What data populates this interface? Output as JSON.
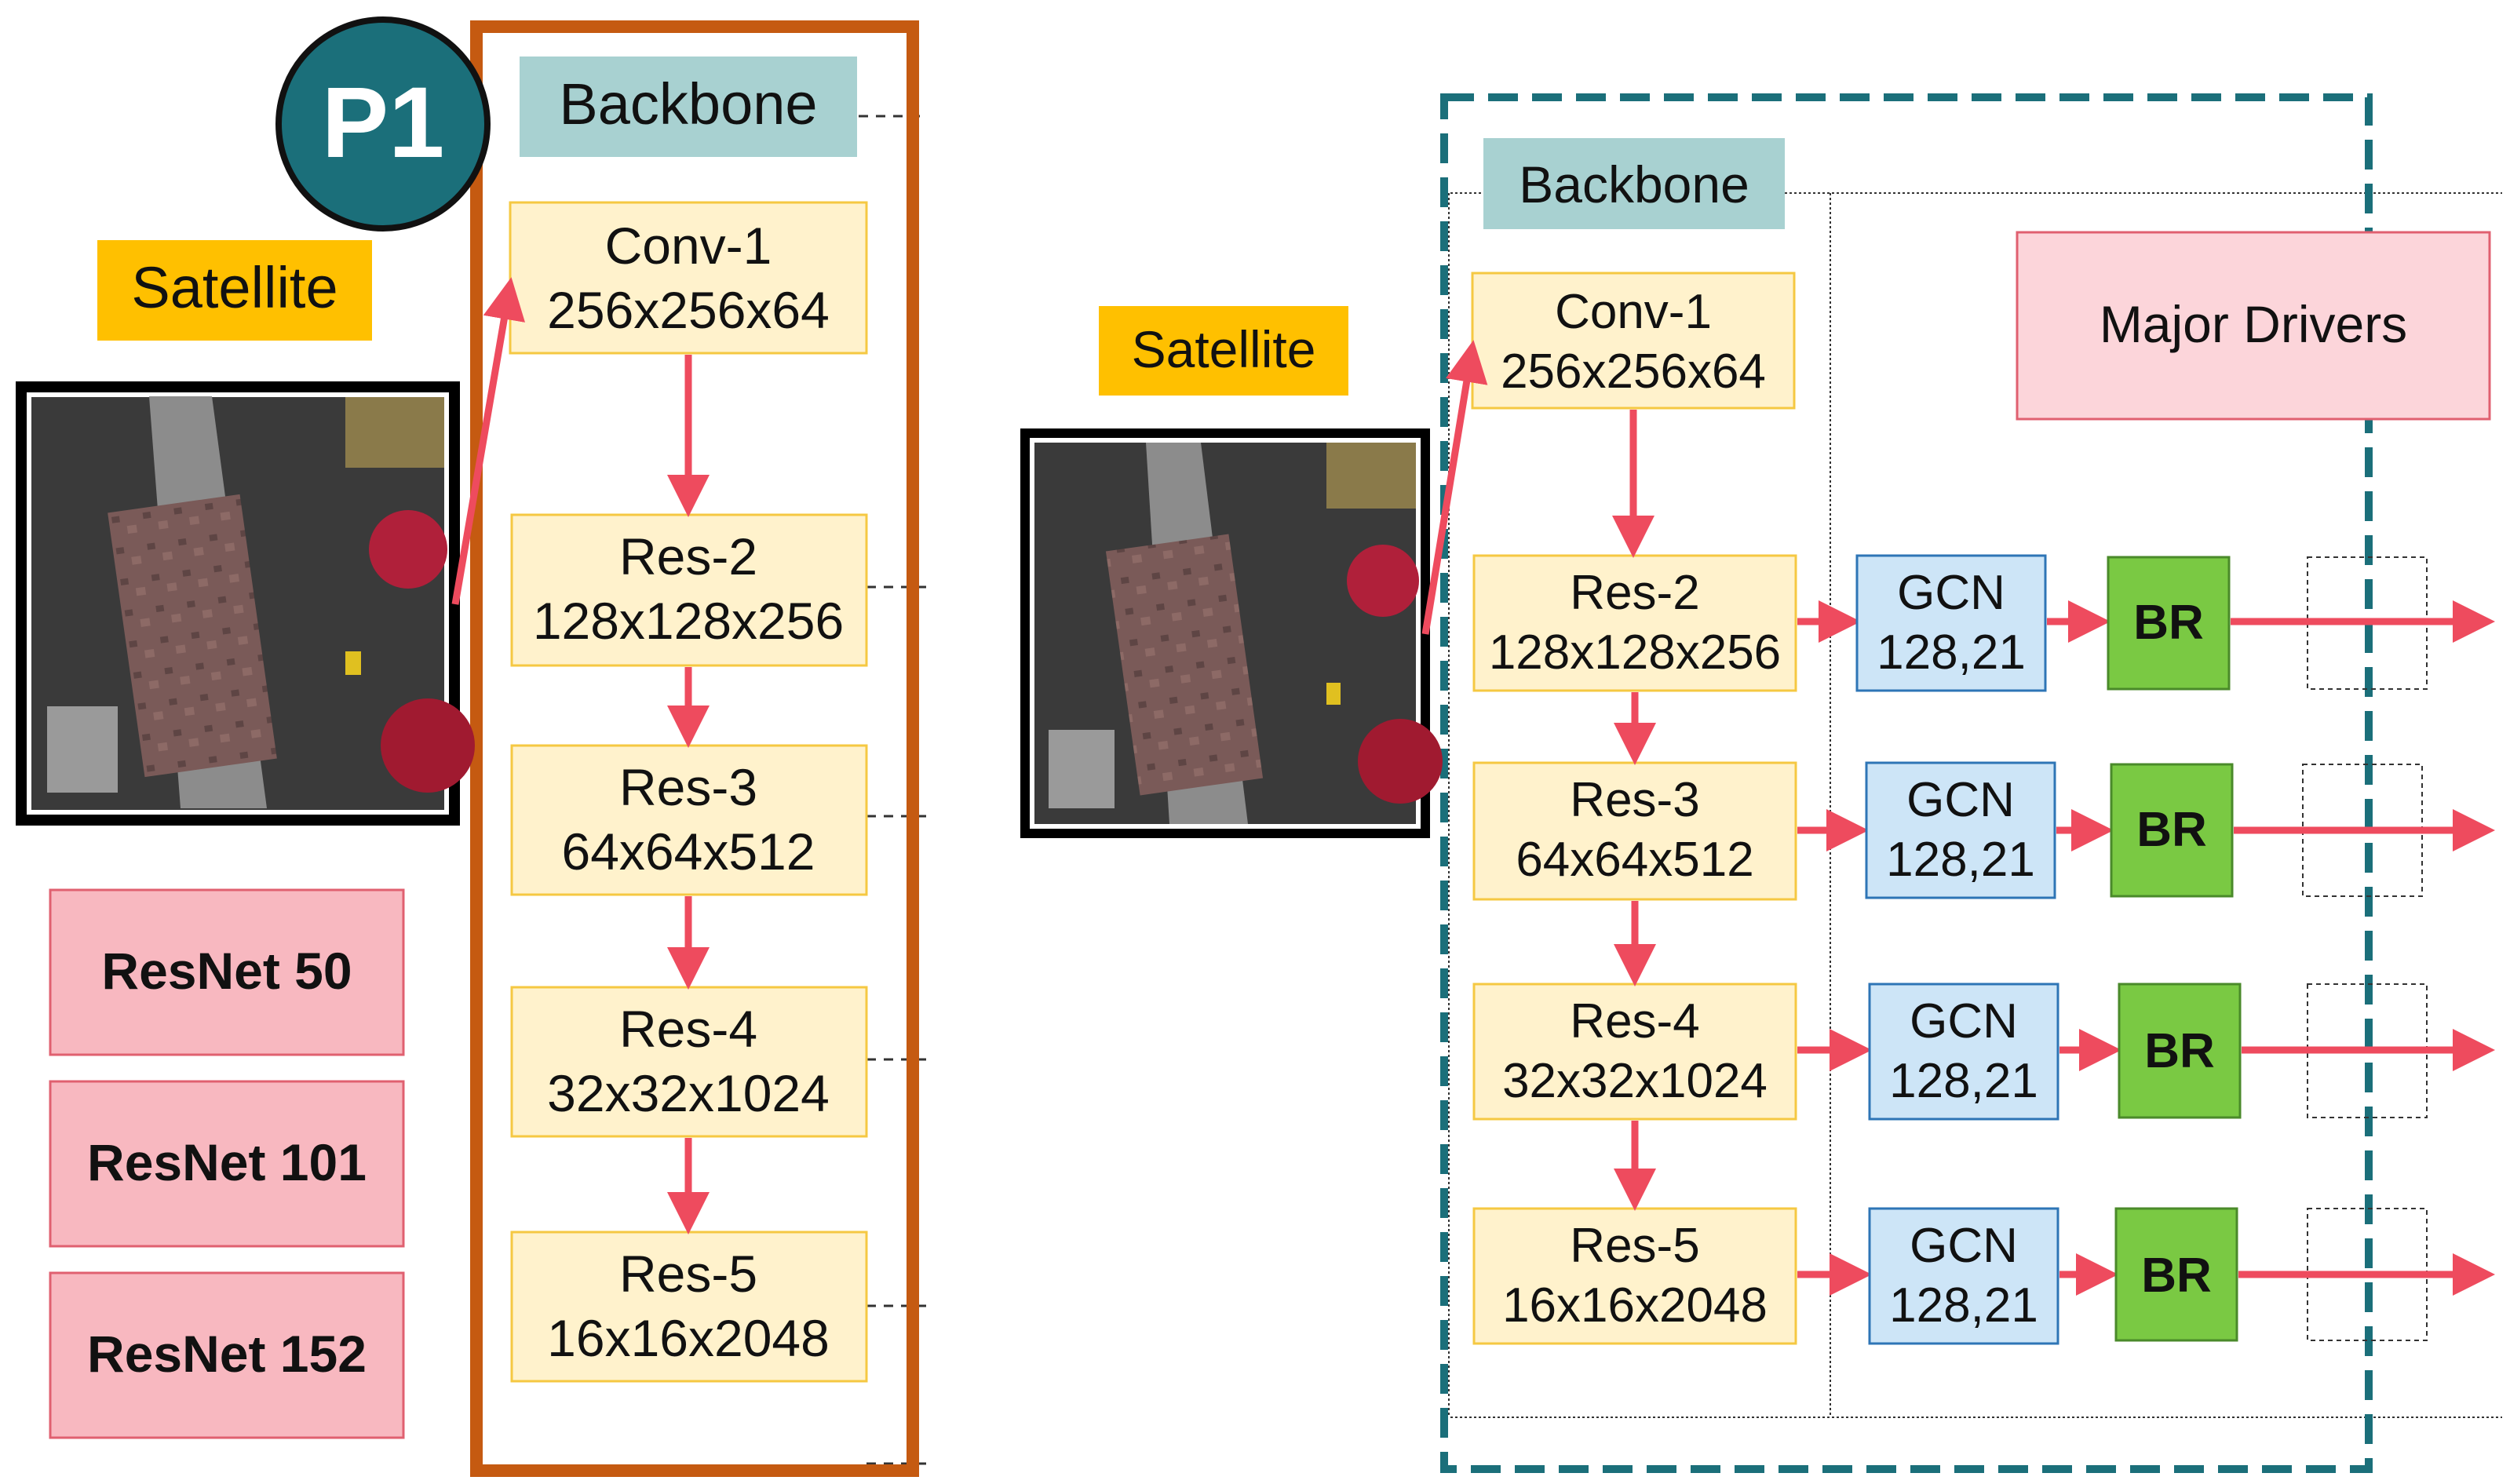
{
  "colors": {
    "orange_frame": "#c55a11",
    "teal_frame": "#1b6f7a",
    "p1_badge": "#1b6f7a",
    "backbone_label": "#a8d1d1",
    "satellite_label": "#ffc000",
    "layer_box": "#fff2cc",
    "layer_border": "#f5c842",
    "resnet_box": "#f8b8c0",
    "resnet_border": "#e06070",
    "gcn_box": "#cde5f7",
    "gcn_border": "#2e75b6",
    "br_box": "#7ac943",
    "br_border": "#4a8a2a",
    "drivers_box": "#fcd5da",
    "drivers_border": "#e06070",
    "arrow": "#ee4b5e"
  },
  "left_panel": {
    "badge": "P1",
    "backbone_label": "Backbone",
    "satellite_label": "Satellite",
    "layers": [
      {
        "name": "Conv-1",
        "dims": "256x256x64"
      },
      {
        "name": "Res-2",
        "dims": "128x128x256"
      },
      {
        "name": "Res-3",
        "dims": "64x64x512"
      },
      {
        "name": "Res-4",
        "dims": "32x32x1024"
      },
      {
        "name": "Res-5",
        "dims": "16x16x2048"
      }
    ],
    "resnets": [
      "ResNet 50",
      "ResNet 101",
      "ResNet 152"
    ]
  },
  "right_panel": {
    "backbone_label": "Backbone",
    "satellite_label": "Satellite",
    "drivers_label": "Major Drivers",
    "layers": [
      {
        "name": "Conv-1",
        "dims": "256x256x64"
      },
      {
        "name": "Res-2",
        "dims": "128x128x256"
      },
      {
        "name": "Res-3",
        "dims": "64x64x512"
      },
      {
        "name": "Res-4",
        "dims": "32x32x1024"
      },
      {
        "name": "Res-5",
        "dims": "16x16x2048"
      }
    ],
    "branches": [
      {
        "gcn_name": "GCN",
        "gcn_dims": "128,21",
        "br": "BR"
      },
      {
        "gcn_name": "GCN",
        "gcn_dims": "128,21",
        "br": "BR"
      },
      {
        "gcn_name": "GCN",
        "gcn_dims": "128,21",
        "br": "BR"
      },
      {
        "gcn_name": "GCN",
        "gcn_dims": "128,21",
        "br": "BR"
      }
    ]
  }
}
